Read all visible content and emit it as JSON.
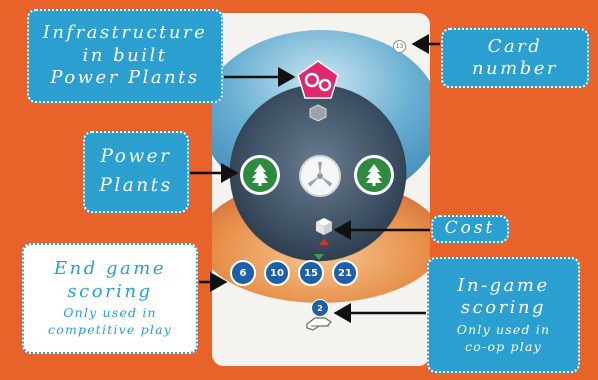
{
  "callouts": {
    "infrastructure": {
      "line1": "Infrastructure",
      "line2": "in built",
      "line3": "Power Plants"
    },
    "card_number": {
      "line1": "Card",
      "line2": "number"
    },
    "power_plants": {
      "line1": "Power",
      "line2": "Plants"
    },
    "cost": {
      "text": "Cost"
    },
    "end_game": {
      "line1": "End game",
      "line2": "scoring",
      "note1": "Only used in",
      "note2": "competitive play"
    },
    "in_game": {
      "line1": "In-game",
      "line2": "scoring",
      "note1": "Only used in",
      "note2": "co-op play"
    }
  },
  "card": {
    "number": "13",
    "end_game_scores": [
      "6",
      "10",
      "15",
      "21"
    ],
    "in_game_score": "2"
  },
  "colors": {
    "background": "#e8632a",
    "callout_blue": "#2a9fd0",
    "tree_green": "#2d8a3e",
    "infra_pink": "#e0286e",
    "score_blue": "#1f5fa8"
  },
  "icons": {
    "infrastructure": "pink-pentagon-gears-icon",
    "power_plant": "green-tree-icon",
    "center": "wind-turbine-icon",
    "cost": "white-cube-icon",
    "coop": "hand-icon"
  }
}
